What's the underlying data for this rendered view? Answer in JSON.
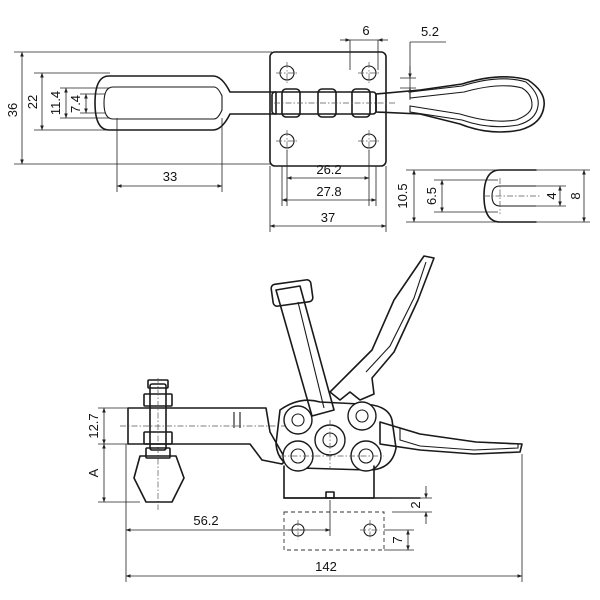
{
  "dimensions": {
    "top_view": {
      "d36": "36",
      "d22": "22",
      "d11_4": "11.4",
      "d7_4": "7.4",
      "d33": "33",
      "d6": "6",
      "d5_2": "5.2",
      "d26_2": "26.2",
      "d27_8": "27.8",
      "d37": "37"
    },
    "detail_view": {
      "d10_5": "10.5",
      "d6_5": "6.5",
      "d4": "4",
      "d8": "8"
    },
    "side_view": {
      "d12_7": "12.7",
      "dA": "A",
      "d56_2": "56.2",
      "d142": "142",
      "d2": "2",
      "d7": "7"
    }
  }
}
